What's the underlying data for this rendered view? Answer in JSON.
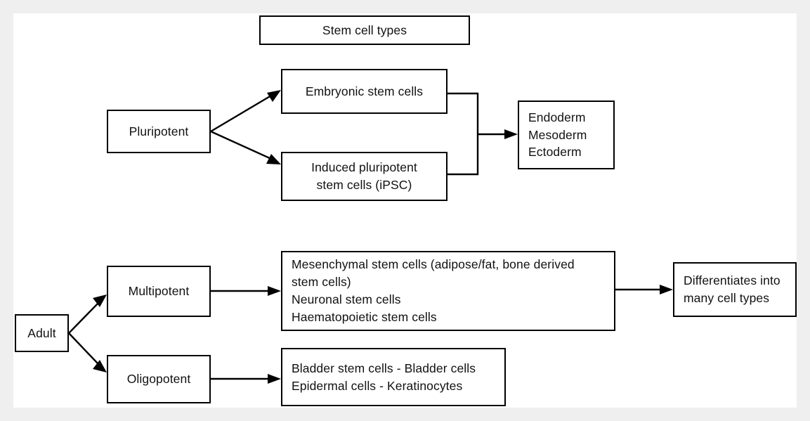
{
  "page": {
    "background_color": "#efefef",
    "canvas_color": "#ffffff",
    "line_color": "#000000",
    "text_color": "#111111"
  },
  "diagram": {
    "type": "flowchart",
    "title": "Stem cell types",
    "nodes": {
      "title": "Stem cell types",
      "pluripotent": "Pluripotent",
      "embryonic": "Embryonic stem cells",
      "ipsc": "Induced pluripotent\nstem cells (iPSC)",
      "germ_layers": "Endoderm\nMesoderm\nEctoderm",
      "adult": "Adult",
      "multipotent": "Multipotent",
      "oligopotent": "Oligopotent",
      "multipotent_list": "Mesenchymal stem cells (adipose/fat, bone derived\nstem cells)\nNeuronal stem cells\nHaematopoietic stem cells",
      "oligopotent_list": "Bladder stem cells - Bladder cells\nEpidermal cells - Keratinocytes",
      "differentiates": "Differentiates into\nmany cell types"
    },
    "edges": [
      {
        "from": "pluripotent",
        "to": "embryonic",
        "style": "arrow-diagonal-up"
      },
      {
        "from": "pluripotent",
        "to": "ipsc",
        "style": "arrow-diagonal-down"
      },
      {
        "from": "embryonic+ipsc",
        "to": "germ_layers",
        "style": "bracket-merge-arrow"
      },
      {
        "from": "adult",
        "to": "multipotent",
        "style": "arrow-diagonal-up"
      },
      {
        "from": "adult",
        "to": "oligopotent",
        "style": "arrow-diagonal-down"
      },
      {
        "from": "multipotent",
        "to": "multipotent_list",
        "style": "arrow-horizontal"
      },
      {
        "from": "oligopotent",
        "to": "oligopotent_list",
        "style": "arrow-horizontal"
      },
      {
        "from": "multipotent_list",
        "to": "differentiates",
        "style": "arrow-horizontal"
      }
    ]
  }
}
